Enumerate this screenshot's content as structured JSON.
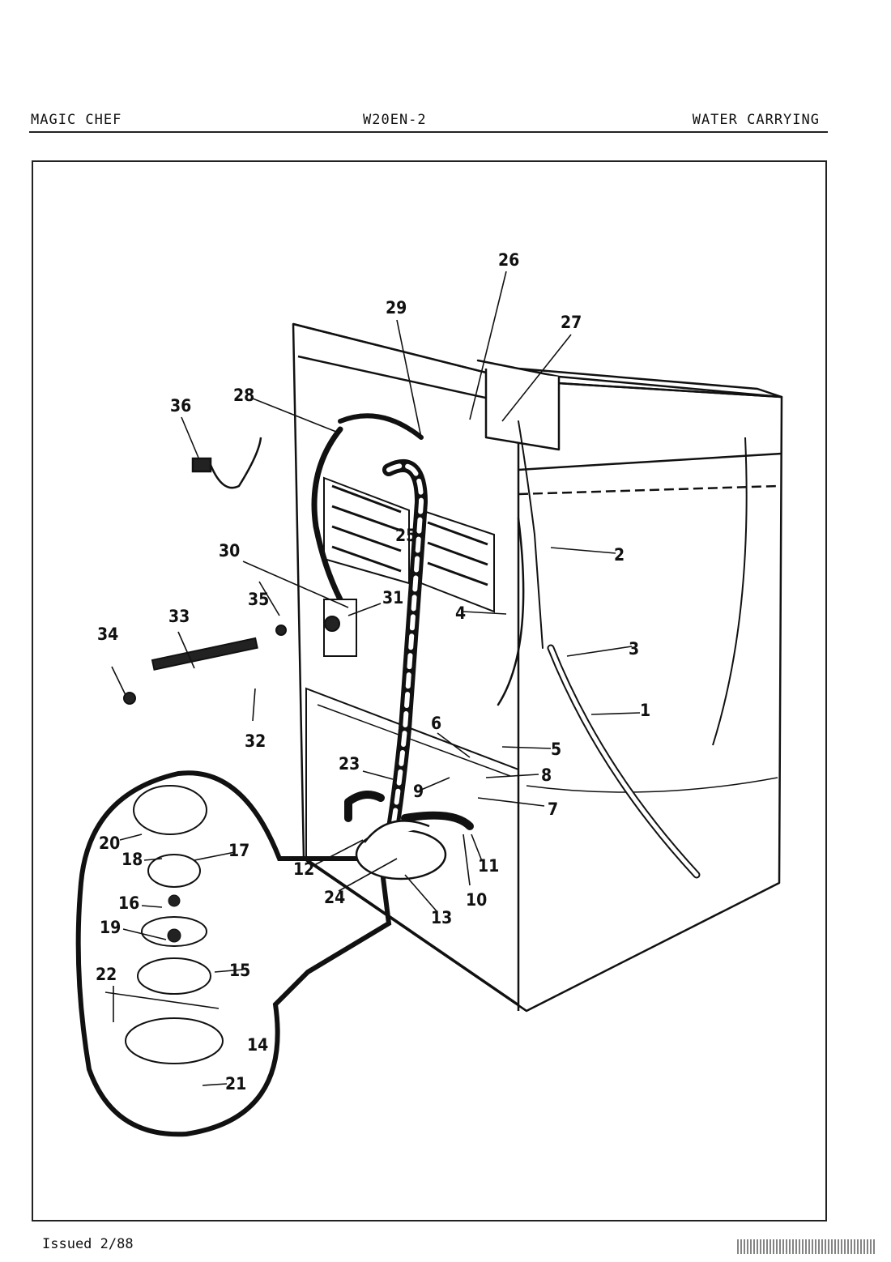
{
  "header": {
    "brand": "MAGIC CHEF",
    "model": "W20EN-2",
    "section": "WATER CARRYING"
  },
  "footer": {
    "issued": "Issued 2/88"
  },
  "callouts": [
    "1",
    "2",
    "3",
    "4",
    "5",
    "6",
    "7",
    "8",
    "9",
    "10",
    "11",
    "12",
    "13",
    "14",
    "15",
    "16",
    "17",
    "18",
    "19",
    "20",
    "21",
    "22",
    "23",
    "24",
    "25",
    "26",
    "27",
    "28",
    "29",
    "30",
    "31",
    "32",
    "33",
    "34",
    "35",
    "36"
  ]
}
